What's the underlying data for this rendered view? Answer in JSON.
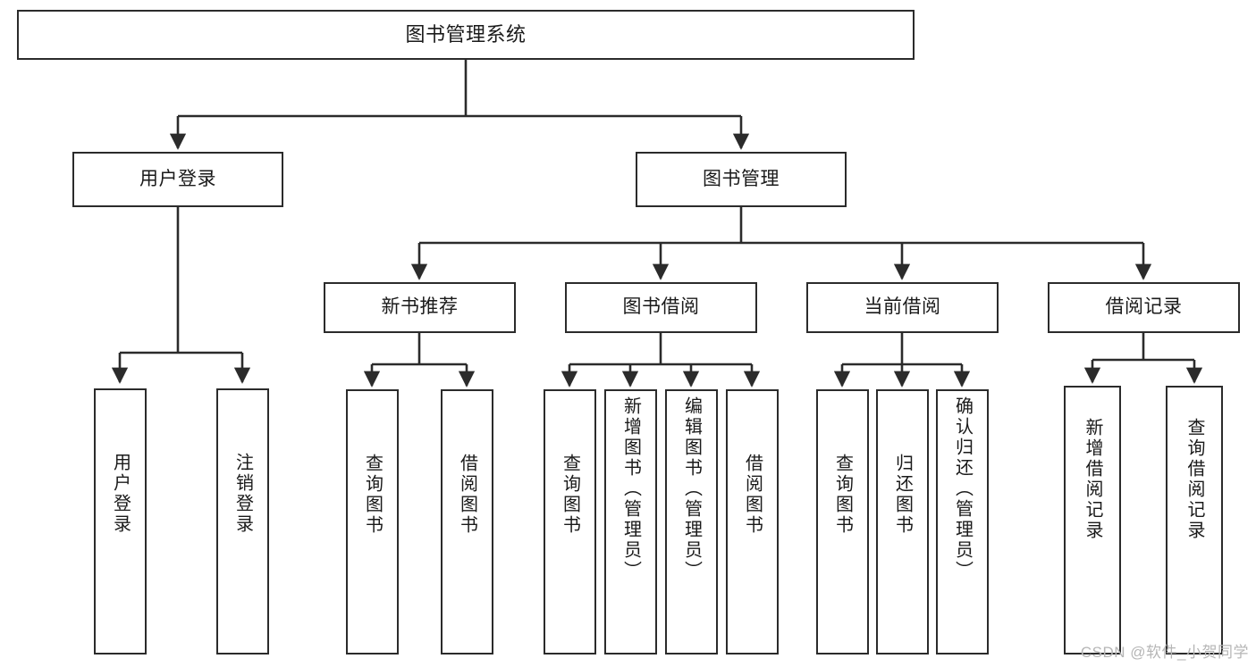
{
  "diagram": {
    "type": "tree",
    "title": "图书管理系统",
    "root": {
      "id": "root",
      "label": "图书管理系统",
      "level": 0
    },
    "level1": [
      {
        "id": "user-login",
        "label": "用户登录",
        "level": 1
      },
      {
        "id": "book-manage",
        "label": "图书管理",
        "level": 1
      }
    ],
    "level2": [
      {
        "id": "new-book-rec",
        "label": "新书推荐",
        "level": 2,
        "parent": "book-manage"
      },
      {
        "id": "book-borrow",
        "label": "图书借阅",
        "level": 2,
        "parent": "book-manage"
      },
      {
        "id": "current-borrow",
        "label": "当前借阅",
        "level": 2,
        "parent": "book-manage"
      },
      {
        "id": "borrow-record",
        "label": "借阅记录",
        "level": 2,
        "parent": "book-manage"
      }
    ],
    "leaves": [
      {
        "id": "leaf-user-login",
        "label": "用户登录",
        "parent": "user-login"
      },
      {
        "id": "leaf-logout",
        "label": "注销登录",
        "parent": "user-login"
      },
      {
        "id": "leaf-query-book-1",
        "label": "查询图书",
        "parent": "new-book-rec"
      },
      {
        "id": "leaf-borrow-book-1",
        "label": "借阅图书",
        "parent": "new-book-rec"
      },
      {
        "id": "leaf-query-book-2",
        "label": "查询图书",
        "parent": "book-borrow"
      },
      {
        "id": "leaf-add-book",
        "label": "新增图书（管理员）",
        "parent": "book-borrow"
      },
      {
        "id": "leaf-edit-book",
        "label": "编辑图书（管理员）",
        "parent": "book-borrow"
      },
      {
        "id": "leaf-borrow-book-2",
        "label": "借阅图书",
        "parent": "book-borrow"
      },
      {
        "id": "leaf-query-book-3",
        "label": "查询图书",
        "parent": "current-borrow"
      },
      {
        "id": "leaf-return-book",
        "label": "归还图书",
        "parent": "current-borrow"
      },
      {
        "id": "leaf-confirm-return",
        "label": "确认归还（管理员）",
        "parent": "current-borrow"
      },
      {
        "id": "leaf-add-record",
        "label": "新增借阅记录",
        "parent": "borrow-record"
      },
      {
        "id": "leaf-query-record",
        "label": "查询借阅记录",
        "parent": "borrow-record"
      }
    ],
    "colors": {
      "border": "#2b2b2b",
      "background": "#ffffff",
      "text": "#1a1a1a",
      "watermark": "#b6b6b6"
    }
  },
  "watermark": {
    "text": "CSDN @软件_小贺同学"
  }
}
